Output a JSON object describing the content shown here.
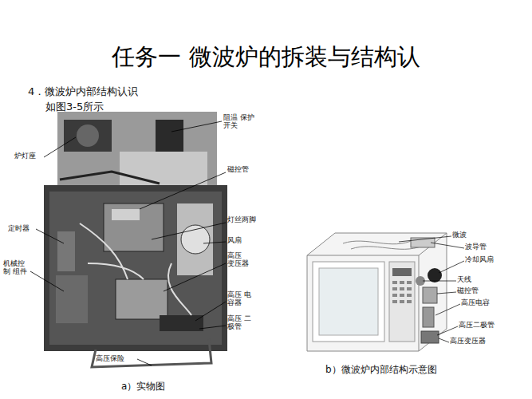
{
  "diagram": {
    "title": "任务一  微波炉的拆装与结构认",
    "labels": [
      "4．微波炉内部结构认识",
      "如图3-5所示",
      "阻温 保护开关",
      "炉灯座",
      "磁控管",
      "定时器",
      "灯丝两脚",
      "风扇",
      "机械控 制 组件",
      "高压 变压器",
      "高压 电容器",
      "高压 二极管",
      "高压保险",
      "a）实物图",
      "微波",
      "波导管",
      "冷却风扇",
      "天线",
      "磁控管",
      "高压电容",
      "高压二极管",
      "高压变压器",
      "b）微波炉内部结构示意图"
    ]
  }
}
